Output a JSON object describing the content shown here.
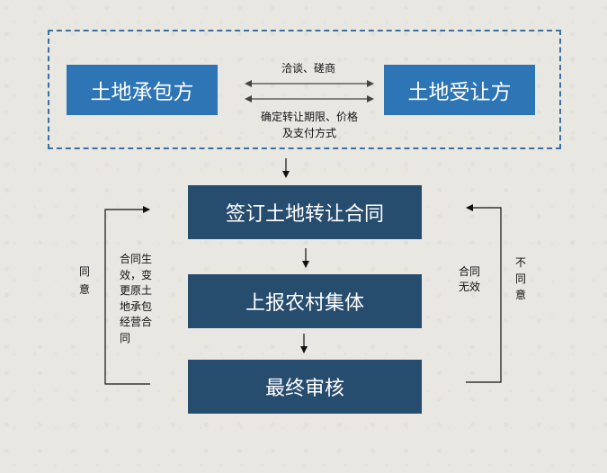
{
  "top_section": {
    "left_party": "土地承包方",
    "right_party": "土地受让方",
    "negotiate_label": "洽谈、磋商",
    "agree_terms_line1": "确定转让期限、价格",
    "agree_terms_line2": "及支付方式"
  },
  "steps": [
    {
      "label": "签订土地转让合同"
    },
    {
      "label": "上报农村集体"
    },
    {
      "label": "最终审核"
    }
  ],
  "left_loop": {
    "decision": "同意",
    "result": "合同生效，变更原土地承包经营合同"
  },
  "right_loop": {
    "decision": "不同意",
    "result_line1": "合同",
    "result_line2": "无效"
  },
  "colors": {
    "party_box": "#2e75b6",
    "step_box": "#264c6e",
    "dashed_border": "#3f6f9f"
  }
}
